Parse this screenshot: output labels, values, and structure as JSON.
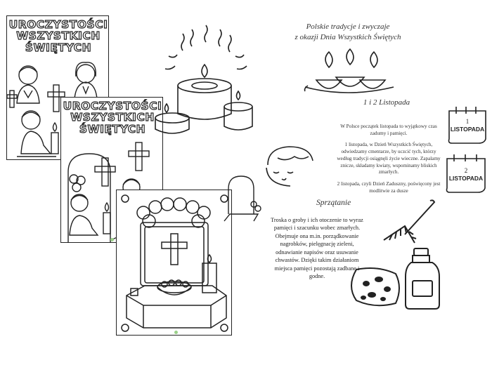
{
  "sheet1": {
    "title_lines": [
      "UROCZYSTOŚCI",
      "WSZYSTKICH",
      "ŚWIĘTYCH"
    ]
  },
  "sheet2": {
    "title_lines": [
      "UROCZYSTOŚCI",
      "WSZYSTKICH",
      "ŚWIĘTYCH"
    ]
  },
  "heading": {
    "line1": "Polskie tradycje i zwyczaje",
    "line2": "z okazji Dnia Wszystkich Świętych"
  },
  "section1": {
    "title": "1 i 2 Listopada",
    "paragraphs": [
      "W Polsce początek listopada to wyjątkowy czas zadumy i pamięci.",
      "1 listopada, w Dzień Wszystkich Świętych, odwiedzamy cmentarze, by uczcić tych, którzy według tradycji osiągnęli życie wieczne. Zapalamy znicze, składamy kwiaty, wspominamy bliskich zmarłych.",
      "2 listopada, czyli Dzień Zaduszny, poświęcony jest modlitwie za dusze"
    ]
  },
  "calendar1": {
    "day": "1",
    "month": "LISTOPADA"
  },
  "calendar2": {
    "day": "2",
    "month": "LISTOPADA"
  },
  "section2": {
    "title": "Sprzątanie",
    "text": "Troska o groby i ich otoczenie to wyraz pamięci i szacunku wobec zmarłych. Obejmuje ona m.in. porządkowanie nagrobków, pielęgnację zieleni, odnawianie napisów oraz usuwanie chwastów. Dzięki takim działaniom miejsca pamięci pozostają zadbane i godne."
  },
  "icons": [
    "praying-children-icon",
    "cross-icon",
    "tombstone-icon",
    "flower-icon",
    "candle-icon",
    "diya-lamp-icon",
    "steam-icon",
    "boy-face-icon",
    "calendar-icon",
    "rake-icon",
    "sponge-icon",
    "bottle-icon"
  ]
}
